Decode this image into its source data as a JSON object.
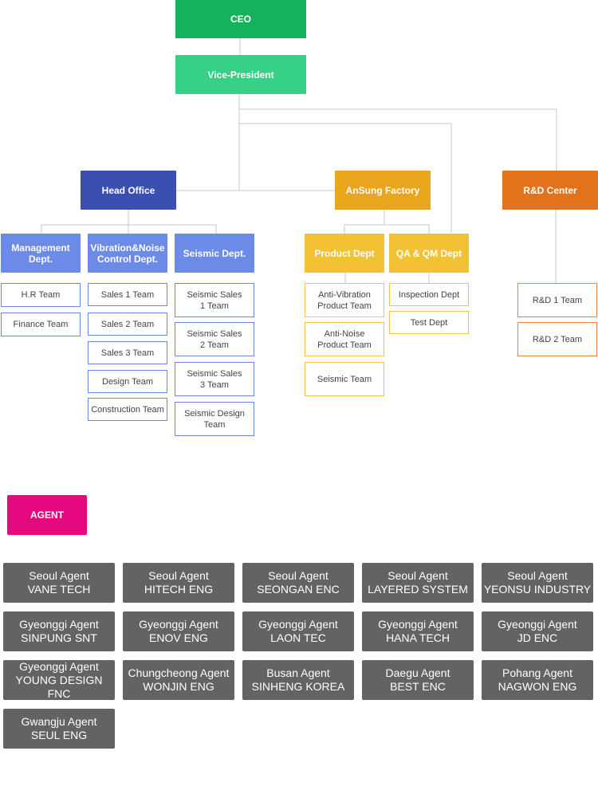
{
  "colors": {
    "ceo": "#16b15c",
    "vice": "#36d086",
    "blue": "#3a4fb0",
    "blue_light": "#6c8be8",
    "yellow": "#e9a61c",
    "yellow_light": "#f3c234",
    "orange": "#e2731c",
    "agent_pink": "#e4097f",
    "agent_card": "#636363",
    "line": "#c8c8c8"
  },
  "top": {
    "ceo": "CEO",
    "vice_president": "Vice-President"
  },
  "divisions": {
    "head_office": "Head Office",
    "ansung_factory": "AnSung Factory",
    "rnd_center": "R&D Center"
  },
  "departments": {
    "management": "Management\nDept.",
    "vibration": "Vibration&Noise\nControl Dept.",
    "seismic": "Seismic Dept.",
    "product": "Product Dept",
    "qa_qm": "QA & QM Dept"
  },
  "teams": {
    "management": [
      "H.R Team",
      "Finance Team"
    ],
    "vibration": [
      "Sales 1 Team",
      "Sales 2 Team",
      "Sales 3 Team",
      "Design Team",
      "Construction Team"
    ],
    "seismic": [
      "Seismic Sales\n1 Team",
      "Seismic Sales\n2 Team",
      "Seismic Sales\n3 Team",
      "Seismic Design\nTeam"
    ],
    "product": [
      "Anti-Vibration\nProduct Team",
      "Anti-Noise\nProduct Team",
      "Seismic Team"
    ],
    "qa_qm": [
      "Inspection Dept",
      "Test Dept"
    ],
    "rnd": [
      "R&D 1 Team",
      "R&D 2 Team"
    ]
  },
  "agent": {
    "label": "AGENT",
    "cards": [
      {
        "region": "Seoul Agent",
        "company": "VANE TECH"
      },
      {
        "region": "Seoul Agent",
        "company": "HITECH ENG"
      },
      {
        "region": "Seoul Agent",
        "company": "SEONGAN ENC"
      },
      {
        "region": "Seoul Agent",
        "company": "LAYERED SYSTEM"
      },
      {
        "region": "Seoul Agent",
        "company": "YEONSU INDUSTRY"
      },
      {
        "region": "Gyeonggi Agent",
        "company": "SINPUNG SNT"
      },
      {
        "region": "Gyeonggi Agent",
        "company": "ENOV ENG"
      },
      {
        "region": "Gyeonggi Agent",
        "company": "LAON TEC"
      },
      {
        "region": "Gyeonggi Agent",
        "company": "HANA TECH"
      },
      {
        "region": "Gyeonggi Agent",
        "company": "JD ENC"
      },
      {
        "region": "Gyeonggi Agent",
        "company": "YOUNG DESIGN FNC"
      },
      {
        "region": "Chungcheong Agent",
        "company": "WONJIN ENG"
      },
      {
        "region": "Busan Agent",
        "company": "SINHENG KOREA"
      },
      {
        "region": "Daegu Agent",
        "company": "BEST ENC"
      },
      {
        "region": "Pohang Agent",
        "company": "NAGWON ENG"
      },
      {
        "region": "Gwangju Agent",
        "company": "SEUL ENG"
      }
    ]
  }
}
